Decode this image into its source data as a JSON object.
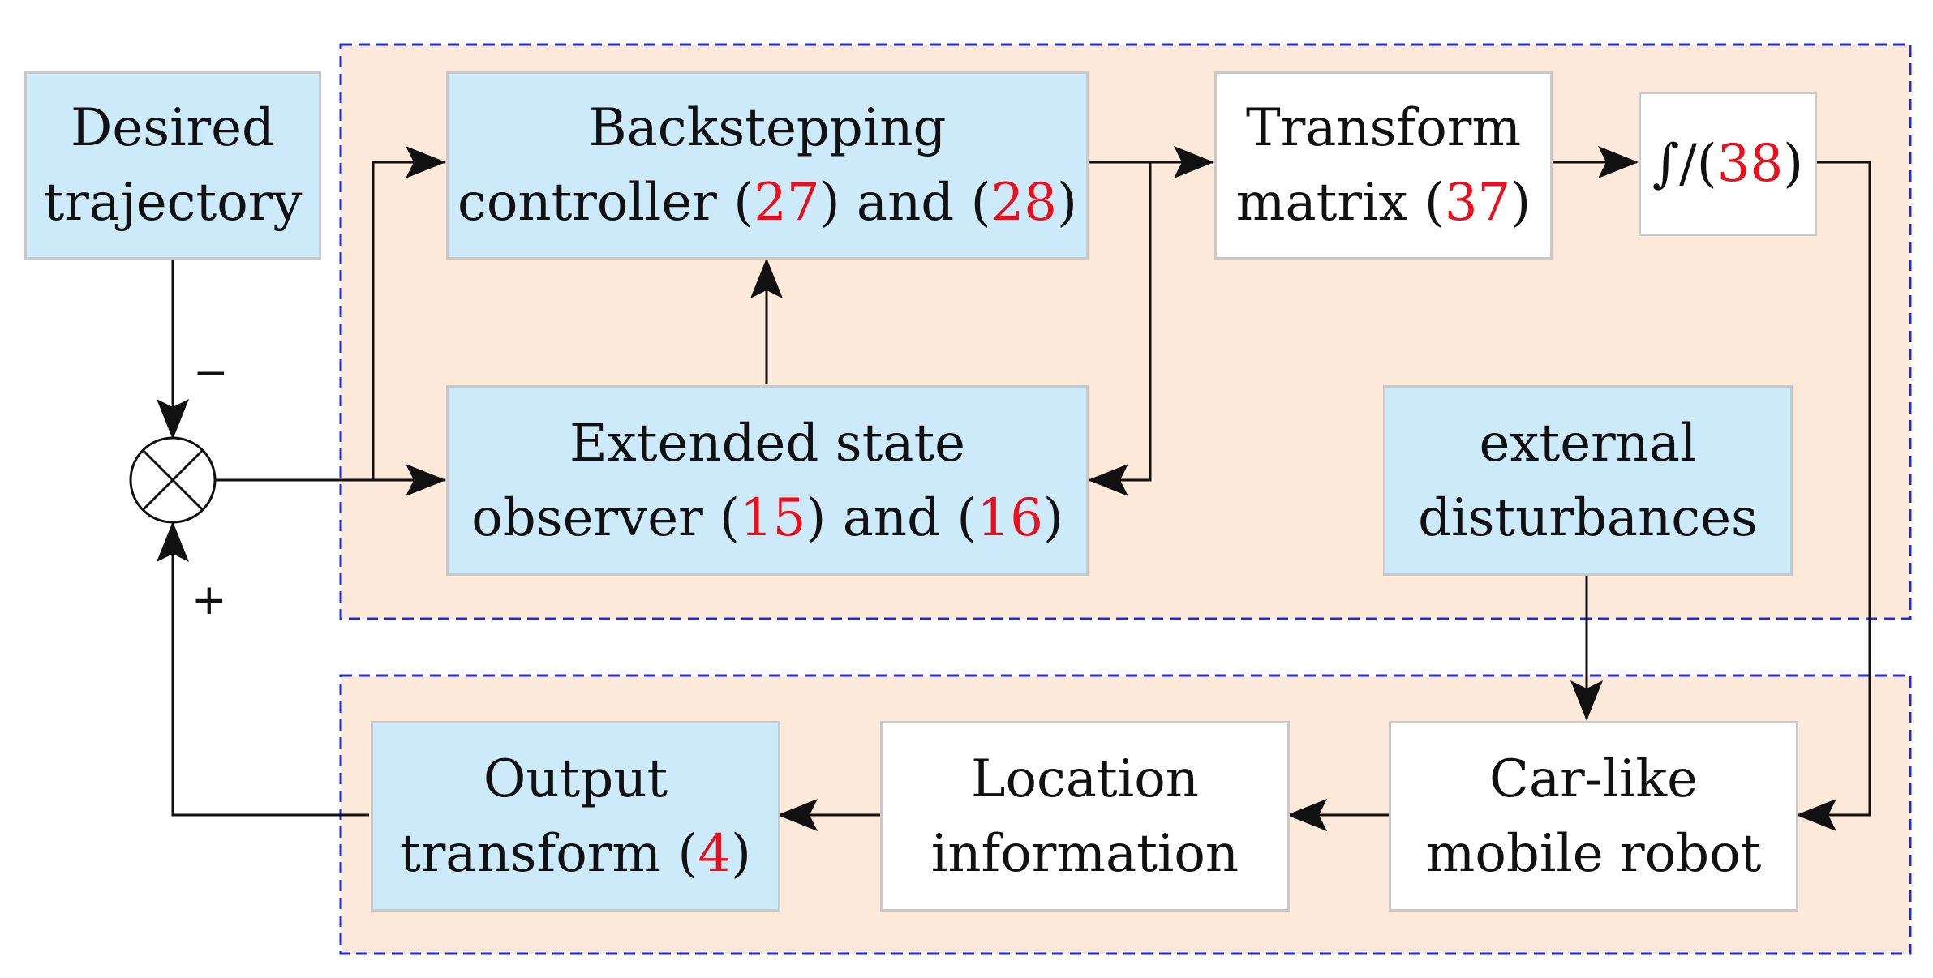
{
  "colors": {
    "panel_fill": "#fde9d9",
    "panel_border": "#1f2bd8",
    "block_blue": "#cdeafa",
    "block_white": "#ffffff",
    "reference_red": "#e8101c",
    "line": "#111111"
  },
  "blocks": {
    "desired": {
      "line1": "Desired",
      "line2": "trajectory"
    },
    "backstepping": {
      "line1": "Backstepping",
      "line2_a": "controller (",
      "ref1": "27",
      "line2_b": ") and (",
      "ref2": "28",
      "line2_c": ")"
    },
    "transform_matrix": {
      "line1": "Transform",
      "line2_a": "matrix (",
      "ref": "37",
      "line2_b": ")"
    },
    "integrator": {
      "symbol": "∫/(",
      "ref": "38",
      "close": ")"
    },
    "eso": {
      "line1": "Extended state",
      "line2_a": "observer (",
      "ref1": "15",
      "line2_b": ") and (",
      "ref2": "16",
      "line2_c": ")"
    },
    "disturbances": {
      "line1": "external",
      "line2": "disturbances"
    },
    "robot": {
      "line1": "Car-like",
      "line2": "mobile robot"
    },
    "location": {
      "line1": "Location",
      "line2": "information"
    },
    "output_transform": {
      "line1": "Output",
      "line2_a": "transform (",
      "ref": "4",
      "line2_b": ")"
    }
  },
  "summing_junction": {
    "minus_sign": "−",
    "plus_sign": "+"
  }
}
